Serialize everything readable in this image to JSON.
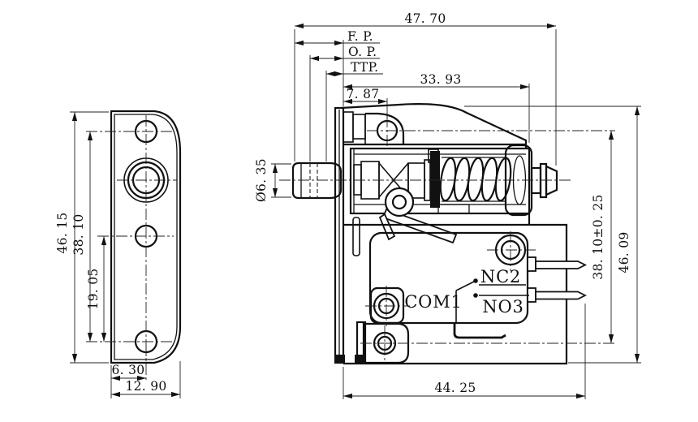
{
  "drawing": {
    "background": "#ffffff",
    "line_color": "#111111"
  },
  "left_view": {
    "dims": {
      "plate_height": "46. 15",
      "hole_span": "38. 10",
      "lower_hole_span": "19. 05",
      "hole_offset_x": "6. 30",
      "plate_width": "12. 90"
    }
  },
  "right_view": {
    "dims": {
      "overall_length": "47. 70",
      "free_position": "F. P.",
      "operating_position": "O. P.",
      "total_travel_position": "TTP.",
      "body_length": "33. 93",
      "hole_offset": "7. 87",
      "plunger_diameter": "Ø6. 35",
      "mounting_hole_span": "38. 10±0. 25",
      "body_height": "46. 09",
      "base_length": "44. 25"
    },
    "terminals": {
      "common": "COM1",
      "normally_closed": "NC2",
      "normally_open": "NO3"
    }
  }
}
